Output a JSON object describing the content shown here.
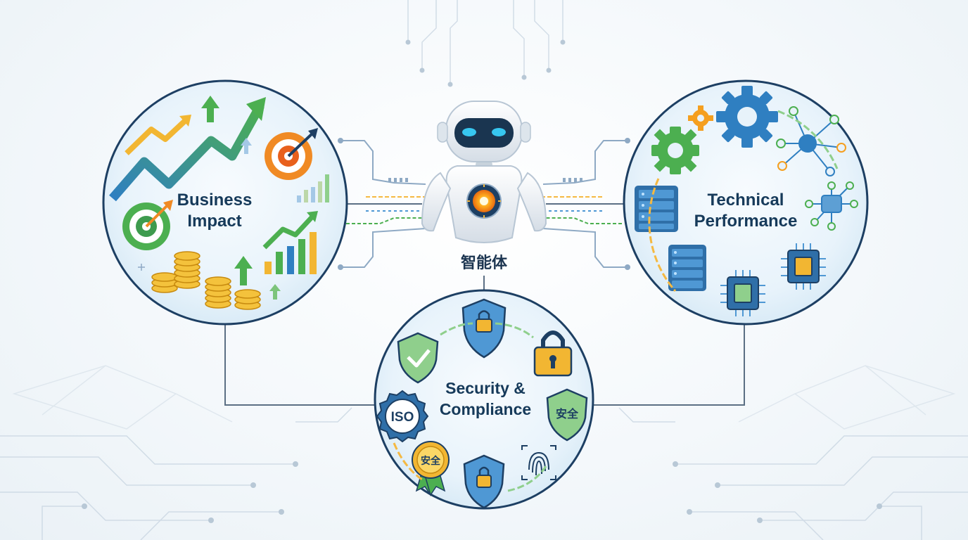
{
  "center": {
    "label": "智能体"
  },
  "nodes": {
    "business": {
      "line1": "Business",
      "line2": "Impact"
    },
    "technical": {
      "line1": "Technical",
      "line2": "Performance"
    },
    "security": {
      "line1": "Security &",
      "line2": "Compliance"
    }
  },
  "badges": {
    "iso": "ISO",
    "shield_cn": "安全",
    "medal_cn": "安全"
  },
  "icons": [
    "robot-icon",
    "trend-arrow-icon",
    "target-icon",
    "coin-stack-icon",
    "bar-chart-icon",
    "gear-icon",
    "network-node-icon",
    "server-icon",
    "chip-icon",
    "shield-lock-icon",
    "shield-check-icon",
    "padlock-icon",
    "iso-badge-icon",
    "fingerprint-icon",
    "medal-icon"
  ],
  "colors": {
    "circle_border": "#1d3f63",
    "circle_fill": "#e7f2fa",
    "connector": "#5b6f84",
    "green": "#4caf50",
    "orange": "#f59f1f",
    "blue": "#2f7fc1",
    "gold": "#f2b632"
  }
}
